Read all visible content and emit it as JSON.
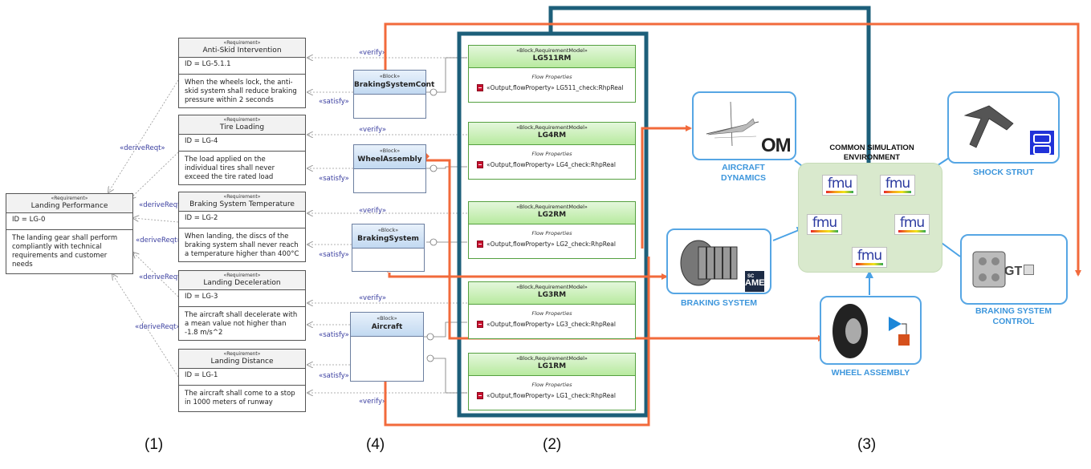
{
  "requirements": [
    {
      "stereotype": "«Requirement»",
      "name": "Landing Performance",
      "id": "ID = LG-0",
      "text": "The landing gear shall perform compliantly with technical requirements and customer needs"
    },
    {
      "stereotype": "«Requirement»",
      "name": "Anti-Skid Intervention",
      "id": "ID = LG-5.1.1",
      "text": "When the wheels lock, the anti-skid system shall reduce braking pressure within 2 seconds"
    },
    {
      "stereotype": "«Requirement»",
      "name": "Tire Loading",
      "id": "ID = LG-4",
      "text": "The load applied on the individual tires shall never exceed the tire rated load"
    },
    {
      "stereotype": "«Requirement»",
      "name": "Braking System Temperature",
      "id": "ID = LG-2",
      "text": "When landing, the discs of the braking system shall never reach a temperature higher than 400°C"
    },
    {
      "stereotype": "«Requirement»",
      "name": "Landing Deceleration",
      "id": "ID = LG-3",
      "text": "The aircraft shall decelerate with a mean value not higher than -1.8 m/s^2"
    },
    {
      "stereotype": "«Requirement»",
      "name": "Landing Distance",
      "id": "ID = LG-1",
      "text": "The aircraft shall come to a stop in 1000 meters of runway"
    }
  ],
  "blocks": [
    {
      "stereotype": "«Block»",
      "name": "BrakingSystemCont"
    },
    {
      "stereotype": "«Block»",
      "name": "WheelAssembly"
    },
    {
      "stereotype": "«Block»",
      "name": "BrakingSystem"
    },
    {
      "stereotype": "«Block»",
      "name": "Aircraft"
    }
  ],
  "requirement_models": [
    {
      "stereotype": "«Block,RequirementModel»",
      "name": "LG511RM",
      "section": "Flow Properties",
      "property": "«Output,flowProperty» LG511_check:RhpReal"
    },
    {
      "stereotype": "«Block,RequirementModel»",
      "name": "LG4RM",
      "section": "Flow Properties",
      "property": "«Output,flowProperty» LG4_check:RhpReal"
    },
    {
      "stereotype": "«Block,RequirementModel»",
      "name": "LG2RM",
      "section": "Flow Properties",
      "property": "«Output,flowProperty» LG2_check:RhpReal"
    },
    {
      "stereotype": "«Block,RequirementModel»",
      "name": "LG3RM",
      "section": "Flow Properties",
      "property": "«Output,flowProperty» LG3_check:RhpReal"
    },
    {
      "stereotype": "«Block,RequirementModel»",
      "name": "LG1RM",
      "section": "Flow Properties",
      "property": "«Output,flowProperty» LG1_check:RhpReal"
    }
  ],
  "relation_labels": {
    "derive": "«deriveReqt»",
    "verify": "«verify»",
    "satisfy": "«satisfy»"
  },
  "simulation": {
    "environment_title": "COMMON SIMULATION ENVIRONMENT",
    "fmu_label": "fmu",
    "components": [
      {
        "name": "AIRCRAFT DYNAMICS",
        "tool_logo": "OM"
      },
      {
        "name": "SHOCK STRUT",
        "tool_logo": "blue-square-logo"
      },
      {
        "name": "BRAKING SYSTEM",
        "tool_logo": "AME",
        "tool_logo_super": "SC"
      },
      {
        "name": "BRAKING SYSTEM CONTROL",
        "tool_logo": "GT"
      },
      {
        "name": "WHEEL ASSEMBLY",
        "tool_logo": "simulink-block-icon"
      }
    ]
  },
  "captions": [
    "(1)",
    "(4)",
    "(2)",
    "(3)"
  ],
  "colors": {
    "link_orange": "#f26a3b",
    "frame_teal": "#1d5f7a",
    "panel_blue": "#56a6e4",
    "env_green": "#d9e9cd"
  }
}
